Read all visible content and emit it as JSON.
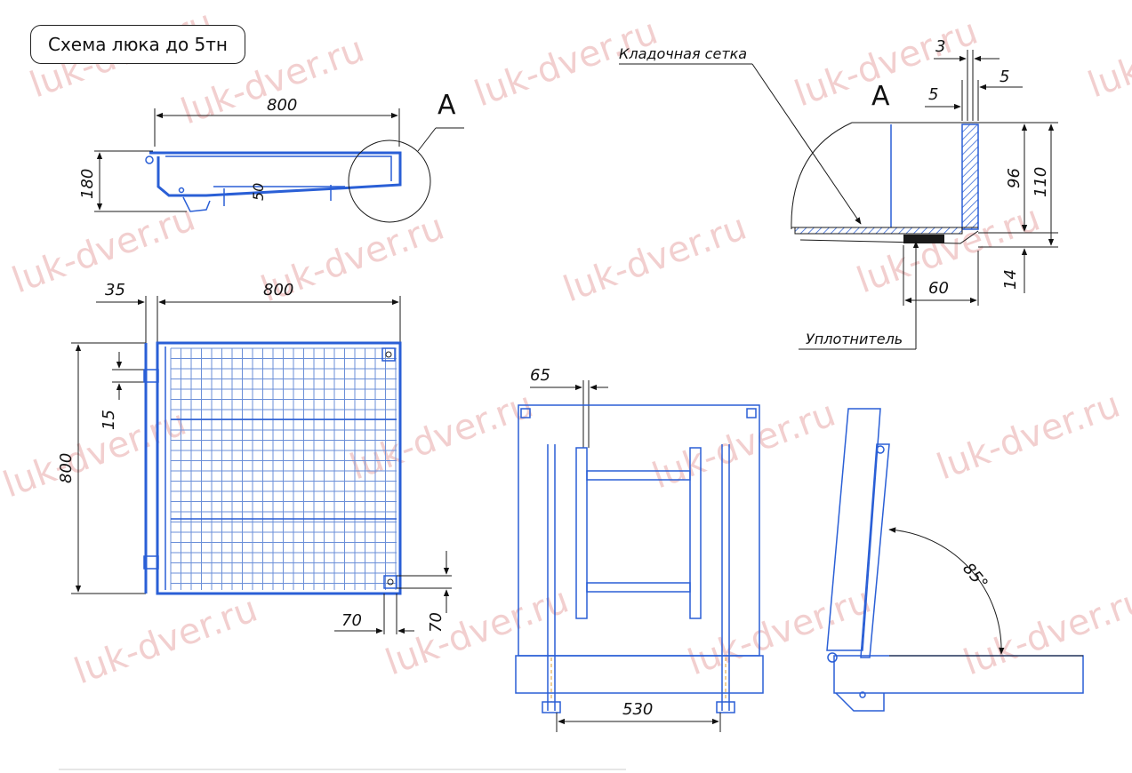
{
  "title": "Схема люка до 5тн",
  "watermark": "luk-dver.ru",
  "top_view": {
    "dim_width": "800",
    "dim_height": "180",
    "dim_inner": "50",
    "callout": "A"
  },
  "plan_view": {
    "dim_side": "35",
    "dim_width": "800",
    "dim_height": "800",
    "dim_step": "15",
    "dim_corner_x": "70",
    "dim_corner_y": "70"
  },
  "detail_a": {
    "callout": "A",
    "label_mesh": "Кладочная сетка",
    "label_seal": "Уплотнитель",
    "dim_3": "3",
    "dim_5a": "5",
    "dim_5b": "5",
    "dim_96": "96",
    "dim_110": "110",
    "dim_14": "14",
    "dim_60": "60"
  },
  "front_view": {
    "dim_65": "65",
    "dim_530": "530"
  },
  "side_view": {
    "angle": "85°"
  },
  "colors": {
    "line_blue": "#2a5fd6",
    "watermark": "#e8a9a9"
  }
}
